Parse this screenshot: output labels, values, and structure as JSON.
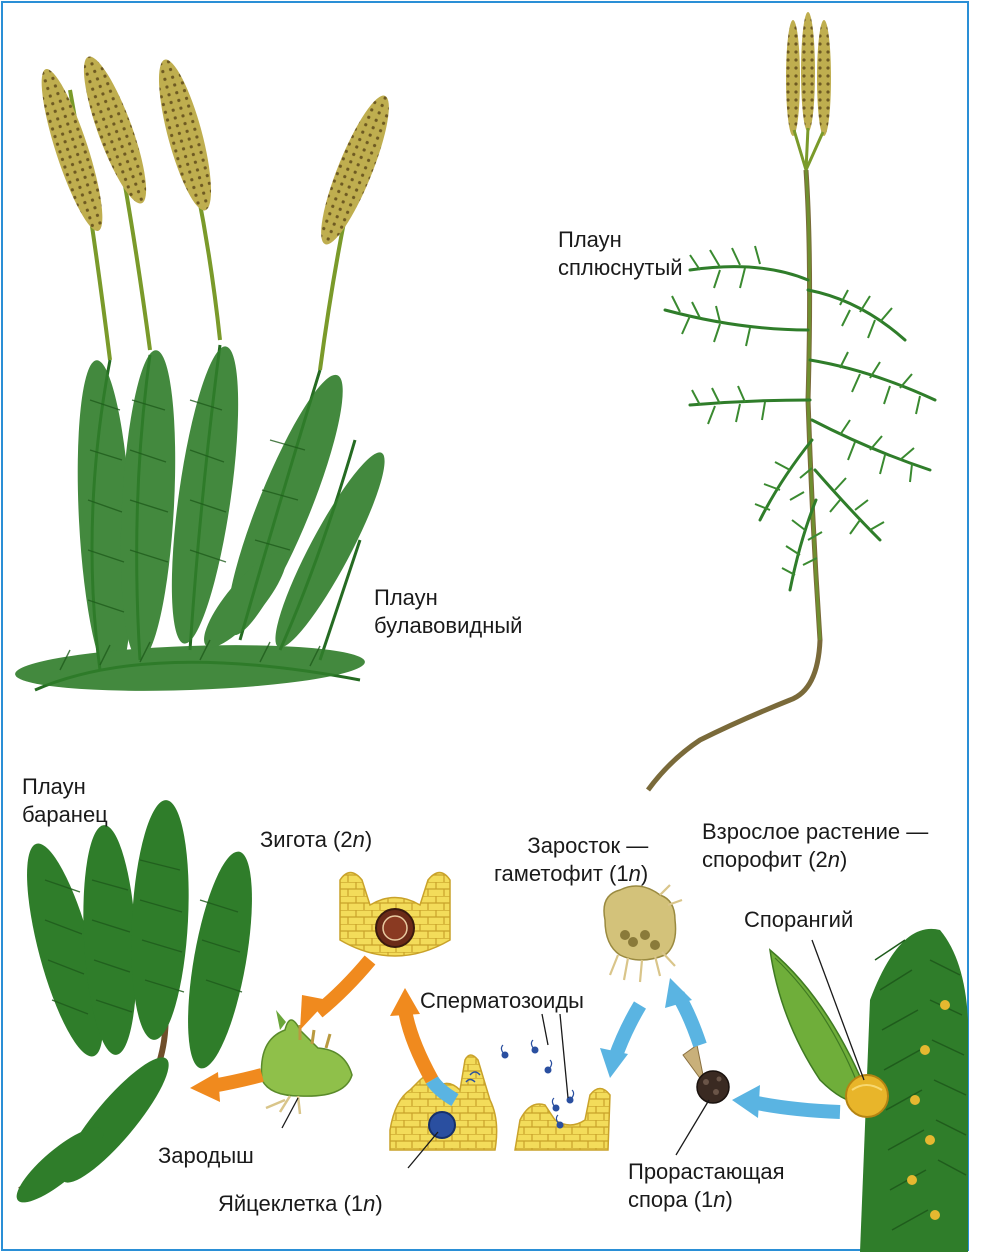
{
  "colors": {
    "border": "#2a8fd6",
    "needle_green": "#2f7d2a",
    "strobilus": "#b5a447",
    "orange_arrow": "#f08a1e",
    "blue_arrow": "#5ab4e2",
    "cell_yellow": "#f3dc5a"
  },
  "labels": {
    "clavatum": [
      "Плаун",
      "булавовидный"
    ],
    "complanatum": [
      "Плаун",
      "сплюснутый"
    ],
    "selago": [
      "Плаун",
      "баранец"
    ],
    "zygote": {
      "text": "Зигота (2",
      "italic": "n",
      "close": ")"
    },
    "prothallus": {
      "line1": "Заросток —",
      "line2": "гаметофит (1",
      "italic": "n",
      "close": ")"
    },
    "adult": {
      "line1": "Взрослое растение —",
      "line2": "спорофит (2",
      "italic": "n",
      "close": ")"
    },
    "sporangium": "Спорангий",
    "sperm": "Сперматозоиды",
    "embryo": "Зародыш",
    "egg": {
      "text": "Яйцеклетка (1",
      "italic": "n",
      "close": ")"
    },
    "germ_spore": {
      "line1": "Прорастающая",
      "line2": "спора (1",
      "italic": "n",
      "close": ")"
    }
  }
}
